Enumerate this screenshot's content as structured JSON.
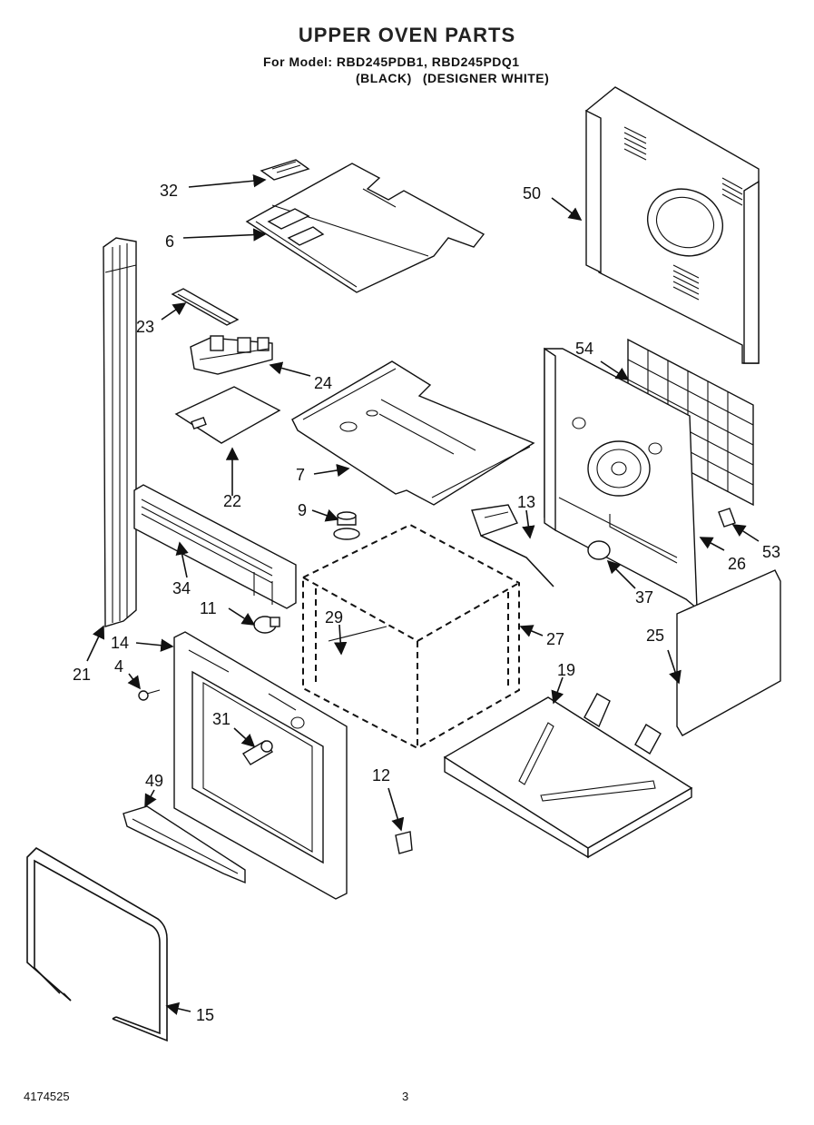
{
  "header": {
    "title": "UPPER OVEN PARTS",
    "model_line": "For Model: RBD245PDB1, RBD245PDQ1",
    "color_black": "(BLACK)",
    "color_white": "(DESIGNER WHITE)"
  },
  "footer": {
    "doc_number": "4174525",
    "page_number": "3"
  },
  "callouts": [
    "32",
    "6",
    "50",
    "23",
    "24",
    "54",
    "22",
    "7",
    "9",
    "13",
    "53",
    "26",
    "34",
    "11",
    "29",
    "27",
    "37",
    "21",
    "14",
    "4",
    "25",
    "19",
    "31",
    "12",
    "49",
    "15"
  ]
}
